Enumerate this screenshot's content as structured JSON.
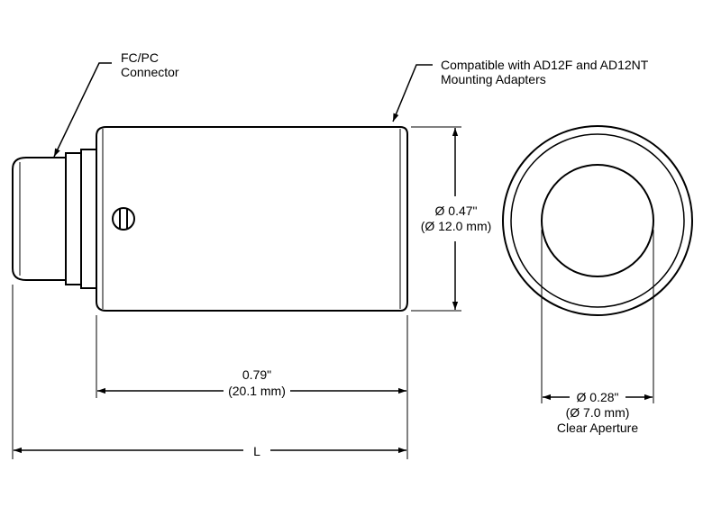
{
  "labels": {
    "connector_line1": "FC/PC",
    "connector_line2": "Connector",
    "compat_line1": "Compatible with AD12F and AD12NT",
    "compat_line2": "Mounting Adapters",
    "diameter_in": "Ø 0.47\"",
    "diameter_mm": "(Ø 12.0 mm)",
    "length_in": "0.79\"",
    "length_mm": "(20.1 mm)",
    "overall_length": "L",
    "aperture_in": "Ø 0.28\"",
    "aperture_mm": "(Ø 7.0 mm)",
    "aperture_caption": "Clear Aperture"
  }
}
